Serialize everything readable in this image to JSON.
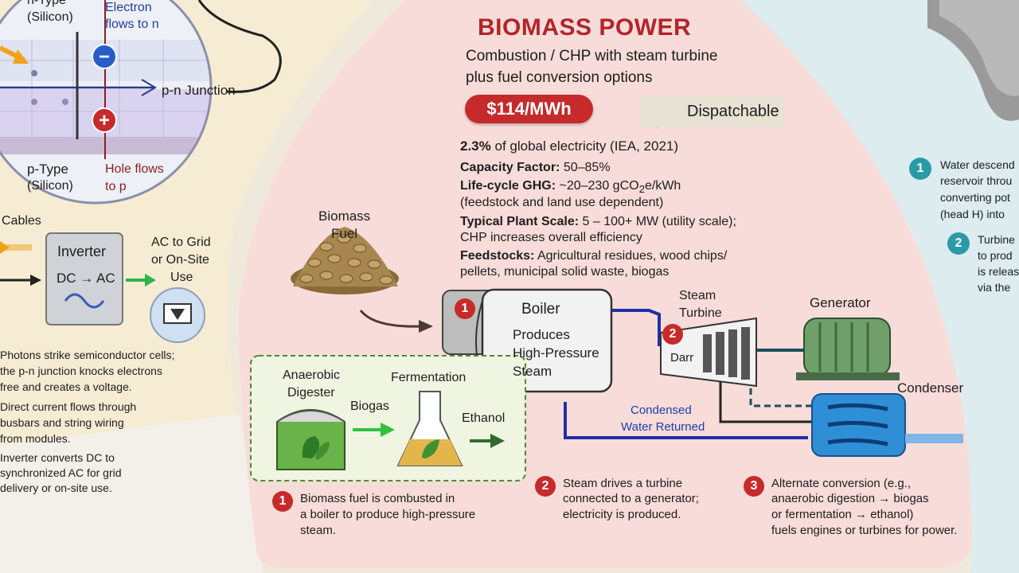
{
  "main": {
    "title": "BIOMASS POWER",
    "subtitle_line1": "Combustion / CHP with steam turbine",
    "subtitle_line2": "plus fuel conversion options",
    "price_badge": "$114/MWh",
    "dispatch_badge": "Dispatchable",
    "share_value": "2.3%",
    "share_rest": "of global electricity (IEA, 2021)",
    "capacity_label": "Capacity Factor:",
    "capacity_value": "50–85%",
    "ghg_label": "Life-cycle GHG:",
    "ghg_value_pre": "~20–230 gCO",
    "ghg_sub": "2",
    "ghg_value_post": "e/kWh",
    "ghg_note": "(feedstock and land use dependent)",
    "scale_label": "Typical Plant Scale:",
    "scale_value": "5 – 100+ MW (utility scale);",
    "scale_note": "CHP increases overall efficiency",
    "feed_label": "Feedstocks:",
    "feed_value": "Agricultural residues, wood chips/",
    "feed_value2": "pellets, municipal solid waste, biogas"
  },
  "diagram": {
    "fuel_line1": "Biomass",
    "fuel_line2": "Fuel",
    "boiler": "Boiler",
    "boiler_desc1": "Produces",
    "boiler_desc2": "High-Pressure",
    "boiler_desc3": "Steam",
    "steam_turbine1": "Steam",
    "steam_turbine2": "Turbine",
    "turbine_text": "Darr",
    "generator": "Generator",
    "condenser": "Condenser",
    "condensed1": "Condensed",
    "condensed2": "Water Returned",
    "anaerobic1": "Anaerobic",
    "anaerobic2": "Digester",
    "biogas": "Biogas",
    "fermentation": "Fermentation",
    "ethanol": "Ethanol",
    "num1": "1",
    "num2": "2"
  },
  "steps": [
    {
      "n": "1",
      "l1": "Biomass fuel is combusted in",
      "l2": "a boiler to produce high-pressure",
      "l3": "steam."
    },
    {
      "n": "2",
      "l1": "Steam drives a turbine",
      "l2": "connected to a generator;",
      "l3": "electricity is produced."
    },
    {
      "n": "3",
      "l1": "Alternate conversion (e.g.,",
      "l2": "anaerobic digestion → biogas",
      "l3": "or fermentation → ethanol)",
      "l4": "fuels engines or turbines for power."
    }
  ],
  "solar": {
    "ntype1": "n-Type",
    "ntype2": "(Silicon)",
    "electron1": "Electron",
    "electron2": "flows to n",
    "junction": "p-n Junction",
    "ptype1": "p-Type",
    "ptype2": "(Silicon)",
    "hole1": "Hole flows",
    "hole2": "to p",
    "minus": "−",
    "plus": "+",
    "cables": "Cables",
    "inverter": "Inverter",
    "dcac": "DC → AC",
    "grid1": "AC to Grid",
    "grid2": "or On-Site",
    "grid3": "Use",
    "note1": [
      "Photons strike semiconductor cells;",
      "the p-n junction knocks electrons",
      "free and creates a voltage."
    ],
    "note2": [
      "Direct current flows through",
      "busbars and string wiring",
      "from modules."
    ],
    "note3": [
      "Inverter converts DC to",
      "synchronized AC for grid",
      "delivery or on-site use."
    ]
  },
  "hydro": {
    "n1": "1",
    "s1": [
      "Water descend",
      "reservoir throu",
      "converting pot",
      "(head H) into"
    ],
    "n2": "2",
    "s2": [
      "Turbine",
      "to prod",
      "is releas",
      "via the"
    ]
  }
}
